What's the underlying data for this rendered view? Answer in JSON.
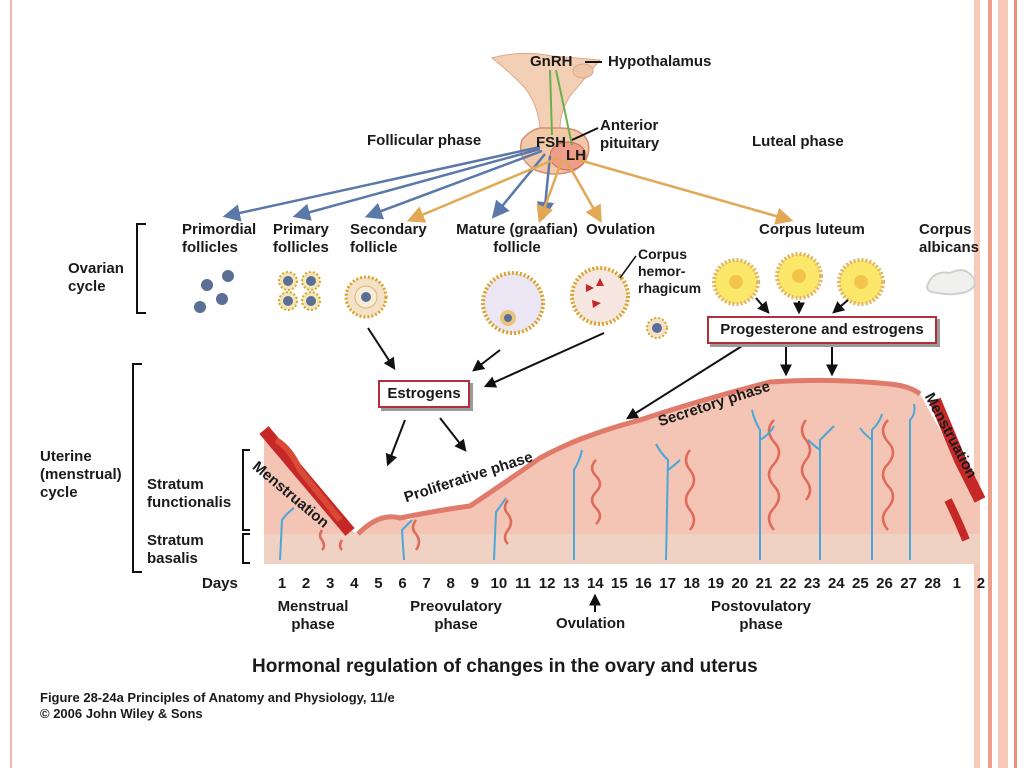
{
  "header": {
    "gnrh": "GnRH",
    "hypothalamus": "Hypothalamus",
    "fsh": "FSH",
    "lh": "LH",
    "anterior_pituitary": "Anterior pituitary",
    "follicular_phase": "Follicular phase",
    "luteal_phase": "Luteal phase"
  },
  "ovary": {
    "cycle_label": "Ovarian cycle",
    "stages": {
      "primordial": "Primordial follicles",
      "primary": "Primary follicles",
      "secondary": "Secondary follicle",
      "mature": "Mature (graafian) follicle",
      "ovulation": "Ovulation",
      "corpus_hemorrhagicum": "Corpus hemor-rhagicum",
      "corpus_luteum": "Corpus luteum",
      "corpus_albicans": "Corpus albicans"
    }
  },
  "hormones": {
    "estrogens": "Estrogens",
    "progesterone": "Progesterone and estrogens"
  },
  "uterus": {
    "cycle_label": "Uterine (menstrual) cycle",
    "functionalis": "Stratum functionalis",
    "basalis": "Stratum basalis",
    "menstruation_left": "Menstruation",
    "proliferative": "Proliferative phase",
    "secretory": "Secretory phase",
    "menstruation_right": "Menstruation"
  },
  "days": {
    "label": "Days",
    "values": [
      "1",
      "2",
      "3",
      "4",
      "5",
      "6",
      "7",
      "8",
      "9",
      "10",
      "11",
      "12",
      "13",
      "14",
      "15",
      "16",
      "17",
      "18",
      "19",
      "20",
      "21",
      "22",
      "23",
      "24",
      "25",
      "26",
      "27",
      "28",
      "1",
      "2"
    ]
  },
  "phases": {
    "menstrual": "Menstrual phase",
    "preovulatory": "Preovulatory phase",
    "ovulation": "Ovulation",
    "postovulatory": "Postovulatory phase"
  },
  "caption": {
    "title": "Hormonal regulation of changes in the ovary and uterus",
    "figure": "Figure 28-24a  Principles of Anatomy and Physiology, 11/e",
    "copyright": "© 2006 John Wiley & Sons"
  },
  "colors": {
    "fsh_arrow": "#5a78a8",
    "lh_arrow": "#e2a855",
    "gnrh_arrow": "#6ab04c",
    "endometrium": "#f4c4b4",
    "basalis": "#f0d2c4",
    "blood": "#c62828",
    "box_border": "#b0303a"
  }
}
